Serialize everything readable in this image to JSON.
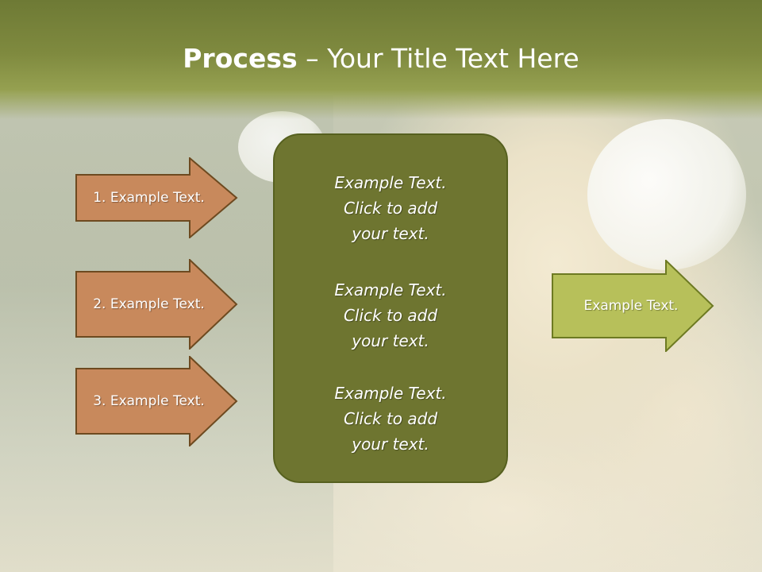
{
  "slide": {
    "title_bold": "Process",
    "title_rest": " – Your Title Text Here"
  },
  "left_arrows": [
    {
      "label": "1. Example Text."
    },
    {
      "label": "2. Example Text."
    },
    {
      "label": "3. Example Text."
    }
  ],
  "center_box": {
    "items": [
      "Example Text.\nClick  to add\nyour text.",
      "Example Text.\nClick  to add\nyour text.",
      "Example Text.\nClick  to add\nyour text."
    ]
  },
  "right_arrow": {
    "label": "Example Text."
  },
  "colors": {
    "header": "#7f8a3f",
    "left_arrow_fill": "#c8895c",
    "left_arrow_stroke": "#6d4a20",
    "center_box_fill": "#6e7530",
    "right_arrow_fill": "#b7c05a",
    "right_arrow_stroke": "#6d7a22"
  }
}
